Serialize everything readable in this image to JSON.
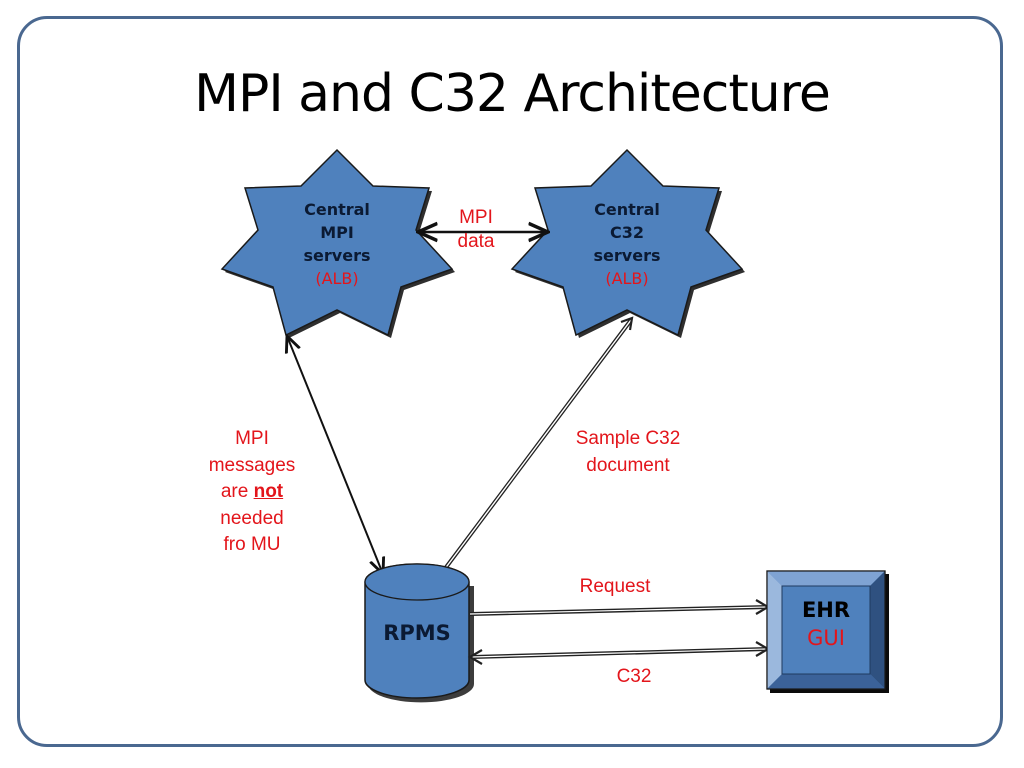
{
  "slide": {
    "title": "MPI and C32 Architecture"
  },
  "colors": {
    "node_fill": "#4f81bd",
    "node_stroke": "#0d0d0d",
    "label_red": "#e3151b",
    "frame_border": "#4a6890"
  },
  "nodes": {
    "mpi_server": {
      "line1": "Central",
      "line2": "MPI",
      "line3": "servers",
      "tag": "(ALB)"
    },
    "c32_server": {
      "line1": "Central",
      "line2": "C32",
      "line3": "servers",
      "tag": "(ALB)"
    },
    "rpms": {
      "label": "RPMS"
    },
    "ehr": {
      "line1": "EHR",
      "line2": "GUI"
    }
  },
  "edges": {
    "mpi_data": {
      "line1": "MPI",
      "line2": "data"
    },
    "mpi_messages": {
      "line1": "MPI",
      "line2": "messages",
      "line3_pre": "are ",
      "line3_emph": "not",
      "line4": "needed",
      "line5": "fro MU"
    },
    "sample_c32": {
      "line1": "Sample C32",
      "line2": "document"
    },
    "request": {
      "label": "Request"
    },
    "c32": {
      "label": "C32"
    }
  }
}
